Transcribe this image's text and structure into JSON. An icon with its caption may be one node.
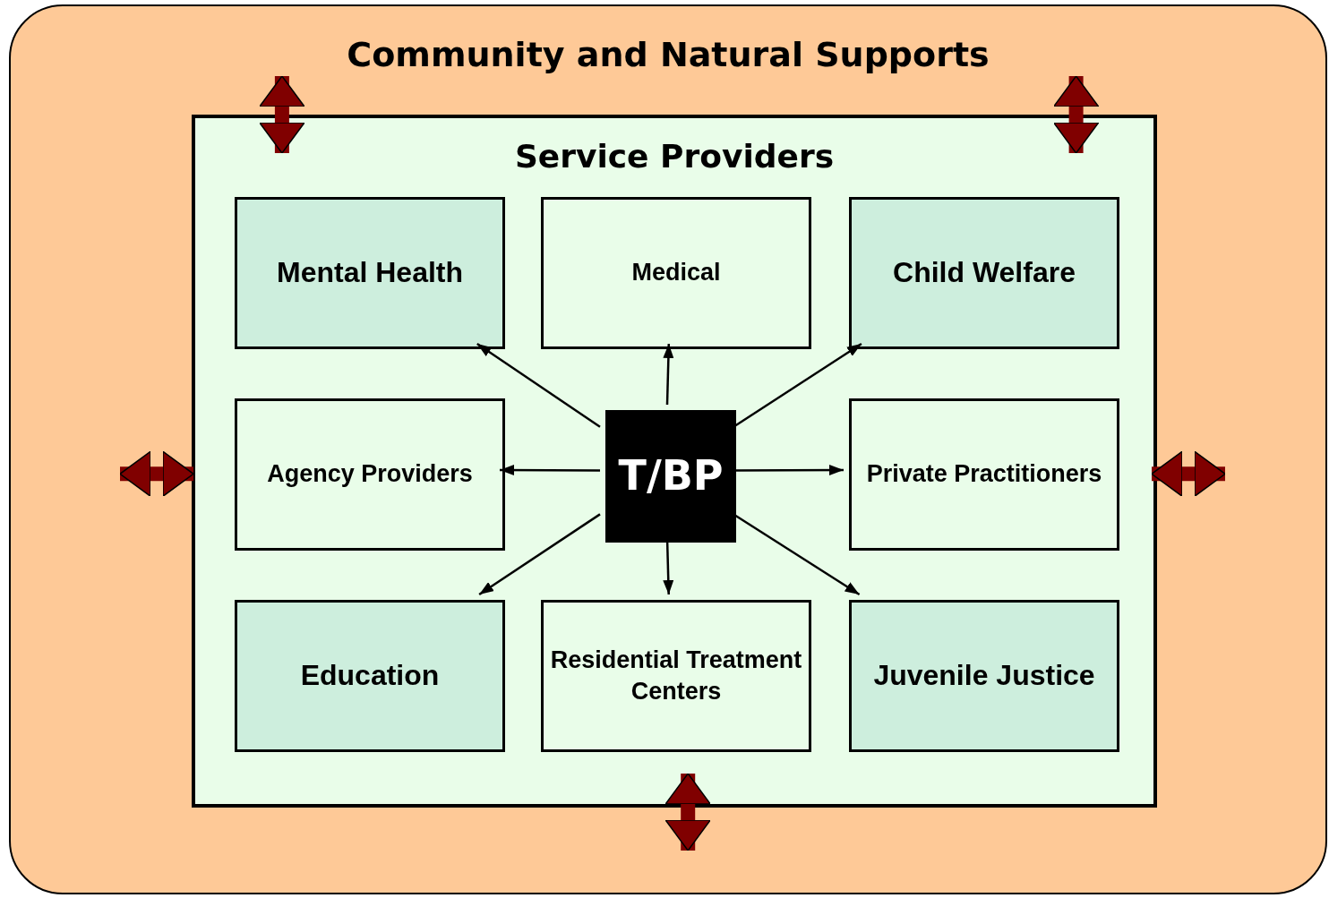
{
  "diagram": {
    "nodes": [
      {
        "text": [
          "Community and Natural Supports"
        ]
      },
      {
        "text": [
          "Service Providers"
        ],
        "in": 0
      },
      {
        "text": [
          "Mental Health"
        ],
        "in": 1
      },
      {
        "text": [
          "Medical"
        ],
        "in": 1
      },
      {
        "text": [
          "Child Welfare"
        ],
        "in": 1
      },
      {
        "text": [
          "Agency Providers"
        ],
        "in": 1
      },
      {
        "text": [
          "T/BP"
        ],
        "in": 1
      },
      {
        "text": [
          "Private Practitioners"
        ],
        "in": 1
      },
      {
        "text": [
          "Education"
        ],
        "in": 1
      },
      {
        "text": [
          "Residential Treatment Centers"
        ],
        "in": 1
      },
      {
        "text": [
          "Juvenile Justice"
        ],
        "in": 1
      }
    ],
    "edges": [
      {
        "from": 6,
        "to": 2,
        "arrow": "to"
      },
      {
        "from": 6,
        "to": 3,
        "arrow": "to"
      },
      {
        "from": 6,
        "to": 4,
        "arrow": "to"
      },
      {
        "from": 6,
        "to": 5,
        "arrow": "to"
      },
      {
        "from": 6,
        "to": 7,
        "arrow": "to"
      },
      {
        "from": 6,
        "to": 8,
        "arrow": "to"
      },
      {
        "from": 6,
        "to": 9,
        "arrow": "to"
      },
      {
        "from": 6,
        "to": 10,
        "arrow": "to"
      },
      {
        "from": 1,
        "to": 0,
        "arrow": "both",
        "style": "thick",
        "color": "#800000"
      },
      {
        "from": 1,
        "to": 0,
        "arrow": "both",
        "style": "thick",
        "color": "#800000"
      },
      {
        "from": 1,
        "to": 0,
        "arrow": "both",
        "style": "thick",
        "color": "#800000"
      },
      {
        "from": 1,
        "to": 0,
        "arrow": "both",
        "style": "thick",
        "color": "#800000"
      },
      {
        "from": 1,
        "to": 0,
        "arrow": "both",
        "style": "thick",
        "color": "#800000"
      }
    ]
  }
}
